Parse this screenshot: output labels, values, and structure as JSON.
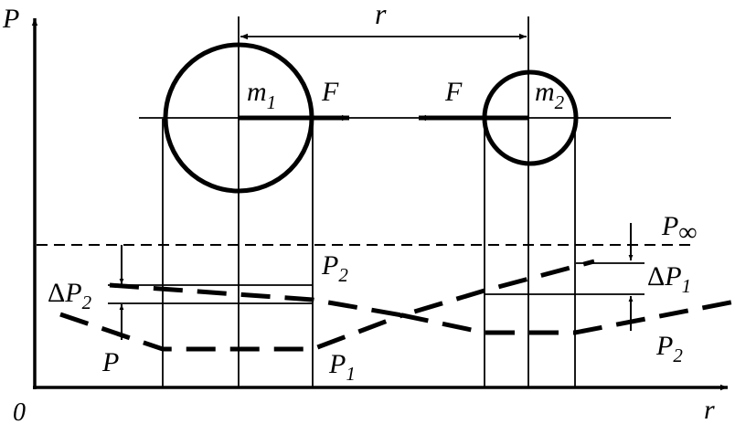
{
  "axes": {
    "y_label": "P",
    "x_label": "r",
    "origin_label": "0"
  },
  "distance_label": "r",
  "spheres": [
    {
      "label": "m",
      "subscript": "1",
      "force_label": "F"
    },
    {
      "label": "m",
      "subscript": "2",
      "force_label": "F"
    }
  ],
  "pressure": {
    "infinity_base": "P",
    "infinity_sub": "∞",
    "left_delta": {
      "prefix": "Δ",
      "base": "P",
      "sub": "2"
    },
    "right_delta": {
      "prefix": "Δ",
      "base": "P",
      "sub": "1"
    },
    "left_p": "P",
    "curve_p2_left": {
      "base": "P",
      "sub": "2"
    },
    "curve_p1": {
      "base": "P",
      "sub": "1"
    },
    "curve_p2_right": {
      "base": "P",
      "sub": "2"
    }
  },
  "colors": {
    "ink": "#000000",
    "background": "#ffffff"
  }
}
